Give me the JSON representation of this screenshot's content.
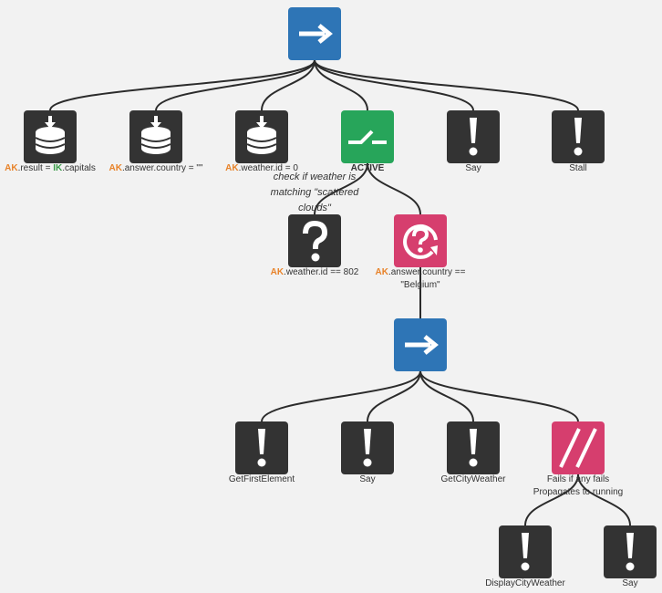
{
  "colors": {
    "sequence": "#2e75b6",
    "dark": "#333333",
    "switch": "#27a55a",
    "repeat": "#d63e6e",
    "parallel": "#d63e6e",
    "ak": "#e8832a",
    "ik": "#3a9b48",
    "edge": "#2b2b2b"
  },
  "nodes": {
    "root": {
      "type": "sequence",
      "icon": "arrow-right-icon"
    },
    "store1": {
      "type": "store",
      "icon": "database-icon",
      "prefix": "AK",
      "text": ".result = ",
      "prefix2": "IK",
      "text2": ".capitals"
    },
    "store2": {
      "type": "store",
      "icon": "database-icon",
      "prefix": "AK",
      "text": ".answer.country = \"\""
    },
    "store3": {
      "type": "store",
      "icon": "database-icon",
      "prefix": "AK",
      "text": ".weather.id = 0"
    },
    "active": {
      "type": "switch",
      "icon": "switch-icon",
      "label": "ACTIVE"
    },
    "say1": {
      "type": "action",
      "icon": "exclamation-icon",
      "label": "Say"
    },
    "stall": {
      "type": "action",
      "icon": "exclamation-icon",
      "label": "Stall"
    },
    "check": {
      "type": "condition",
      "icon": "question-icon",
      "prefix": "AK",
      "text": ".weather.id == 802"
    },
    "repeat": {
      "type": "repeat-until",
      "icon": "question-loop-icon",
      "prefix": "AK",
      "text": ".answer.country ==",
      "text_line2": "\"Belgium\""
    },
    "seq2": {
      "type": "sequence",
      "icon": "arrow-right-icon"
    },
    "getFirst": {
      "type": "action",
      "icon": "exclamation-icon",
      "label": "GetFirstElement"
    },
    "say2": {
      "type": "action",
      "icon": "exclamation-icon",
      "label": "Say"
    },
    "getCity": {
      "type": "action",
      "icon": "exclamation-icon",
      "label": "GetCityWeather"
    },
    "parallel": {
      "type": "parallel",
      "icon": "parallel-icon",
      "label": "Fails if any fails",
      "label_line2": "Propagates to running"
    },
    "display": {
      "type": "action",
      "icon": "exclamation-icon",
      "label": "DisplayCityWeather"
    },
    "say3": {
      "type": "action",
      "icon": "exclamation-icon",
      "label": "Say"
    }
  },
  "comment": {
    "line1": "check if weather is",
    "line2": "matching \"scattered",
    "line3": "clouds\""
  },
  "edges": [
    [
      "root",
      "store1"
    ],
    [
      "root",
      "store2"
    ],
    [
      "root",
      "store3"
    ],
    [
      "root",
      "active"
    ],
    [
      "root",
      "say1"
    ],
    [
      "root",
      "stall"
    ],
    [
      "active",
      "check"
    ],
    [
      "active",
      "repeat"
    ],
    [
      "repeat",
      "seq2"
    ],
    [
      "seq2",
      "getFirst"
    ],
    [
      "seq2",
      "say2"
    ],
    [
      "seq2",
      "getCity"
    ],
    [
      "seq2",
      "parallel"
    ],
    [
      "parallel",
      "display"
    ],
    [
      "parallel",
      "say3"
    ]
  ]
}
